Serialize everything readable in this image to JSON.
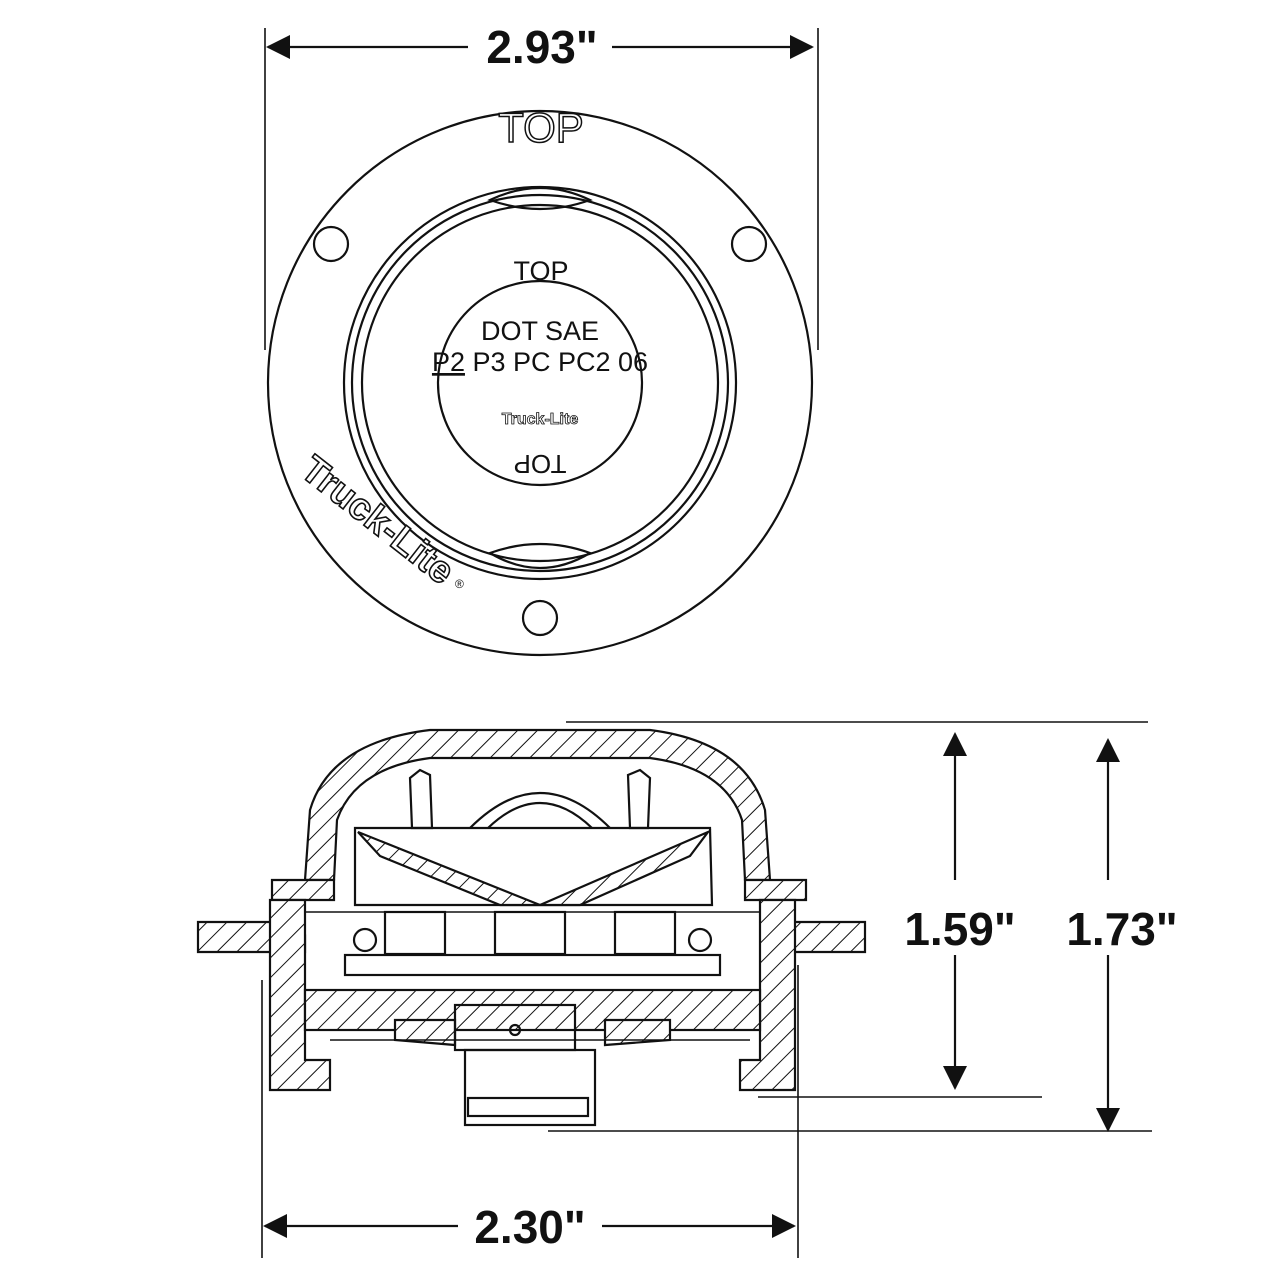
{
  "dimensions": {
    "width_top": "2.93\"",
    "width_bottom": "2.30\"",
    "height_inner": "1.59\"",
    "height_overall": "1.73\""
  },
  "top_view": {
    "flange_label": "TOP",
    "lens_top": "TOP",
    "lens_bottom": "TOP",
    "certification_line1": "DOT SAE",
    "certification_p2": "P2",
    "certification_rest": " P3 PC PC2 06",
    "brand_logo": "Truck-Lite",
    "brand_mark": "®"
  },
  "colors": {
    "line": "#111111",
    "background": "#ffffff"
  }
}
